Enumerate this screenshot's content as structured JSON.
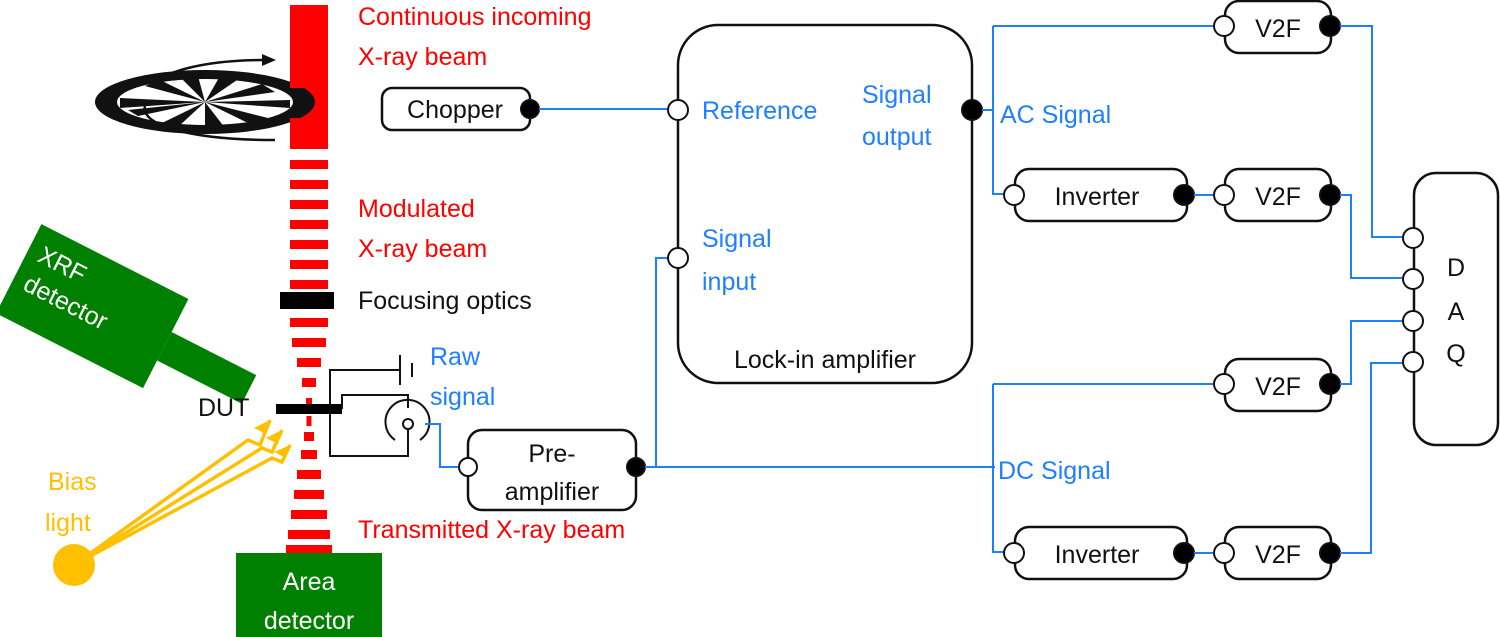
{
  "title": "Lock-in X-ray beam induced current measurement setup",
  "colors": {
    "beam": "#ff0000",
    "signal_wire": "#1e7fff",
    "detector": "#008000",
    "bias_light": "#ffc000",
    "component_outline": "#111111"
  },
  "beam_labels": {
    "incoming_line1": "Continuous incoming",
    "incoming_line2": "X-ray beam",
    "modulated_line1": "Modulated",
    "modulated_line2": "X-ray beam",
    "transmitted": "Transmitted X-ray beam"
  },
  "optics": {
    "focusing": "Focusing optics",
    "dut": "DUT"
  },
  "raw_signal": {
    "line1": "Raw",
    "line2": "signal"
  },
  "bias_light": {
    "line1": "Bias",
    "line2": "light"
  },
  "detectors": {
    "xrf_line1": "XRF",
    "xrf_line2": "detector",
    "area_line1": "Area",
    "area_line2": "detector"
  },
  "components": {
    "chopper": "Chopper",
    "preamp_line1": "Pre-",
    "preamp_line2": "amplifier",
    "lockin": "Lock-in amplifier",
    "inverter": "Inverter",
    "v2f": "V2F",
    "daq": [
      "D",
      "A",
      "Q"
    ]
  },
  "lockin_ports": {
    "reference": "Reference",
    "signal_output_line1": "Signal",
    "signal_output_line2": "output",
    "signal_input_line1": "Signal",
    "signal_input_line2": "input"
  },
  "signal_labels": {
    "ac": "AC Signal",
    "dc": "DC Signal"
  }
}
